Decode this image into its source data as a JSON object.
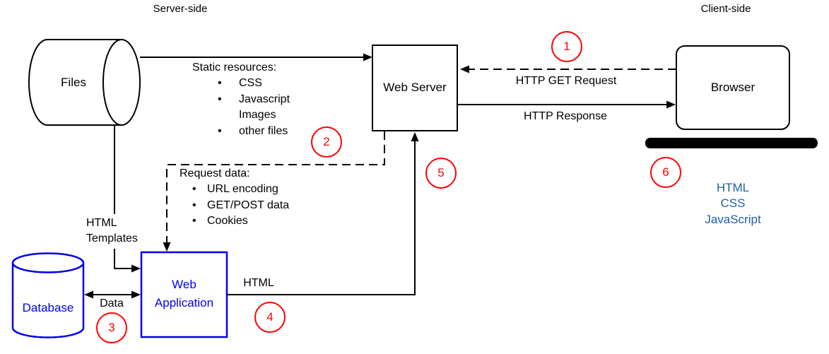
{
  "titles": {
    "server_side": "Server-side",
    "client_side": "Client-side"
  },
  "nodes": {
    "files": {
      "label": "Files"
    },
    "web_server": {
      "label": "Web Server"
    },
    "browser": {
      "label": "Browser"
    },
    "database": {
      "label": "Database"
    },
    "web_application": {
      "line1": "Web",
      "line2": "Application"
    }
  },
  "edges": {
    "static_resources": {
      "title": "Static resources:",
      "items": [
        {
          "bullet": "•",
          "text": "CSS"
        },
        {
          "bullet": "•",
          "text": "Javascript"
        },
        {
          "bullet": "",
          "text": "Images"
        },
        {
          "bullet": "•",
          "text": "other files"
        }
      ]
    },
    "request_data": {
      "title": "Request data:",
      "items": [
        {
          "bullet": "•",
          "text": "URL encoding"
        },
        {
          "bullet": "•",
          "text": "GET/POST data"
        },
        {
          "bullet": "•",
          "text": "Cookies"
        }
      ]
    },
    "http_get_request": {
      "label": "HTTP GET Request"
    },
    "http_response": {
      "label": "HTTP Response"
    },
    "html_templates": {
      "line1": "HTML",
      "line2": "Templates"
    },
    "data": {
      "label": "Data"
    },
    "html": {
      "label": "HTML"
    }
  },
  "client_stack": [
    "HTML",
    "CSS",
    "JavaScript"
  ],
  "steps": [
    "1",
    "2",
    "3",
    "4",
    "5",
    "6"
  ],
  "colors": {
    "accent_blue": "#0000ee",
    "steel_blue": "#1f5fa6",
    "red": "#ff0000",
    "black": "#000000"
  }
}
